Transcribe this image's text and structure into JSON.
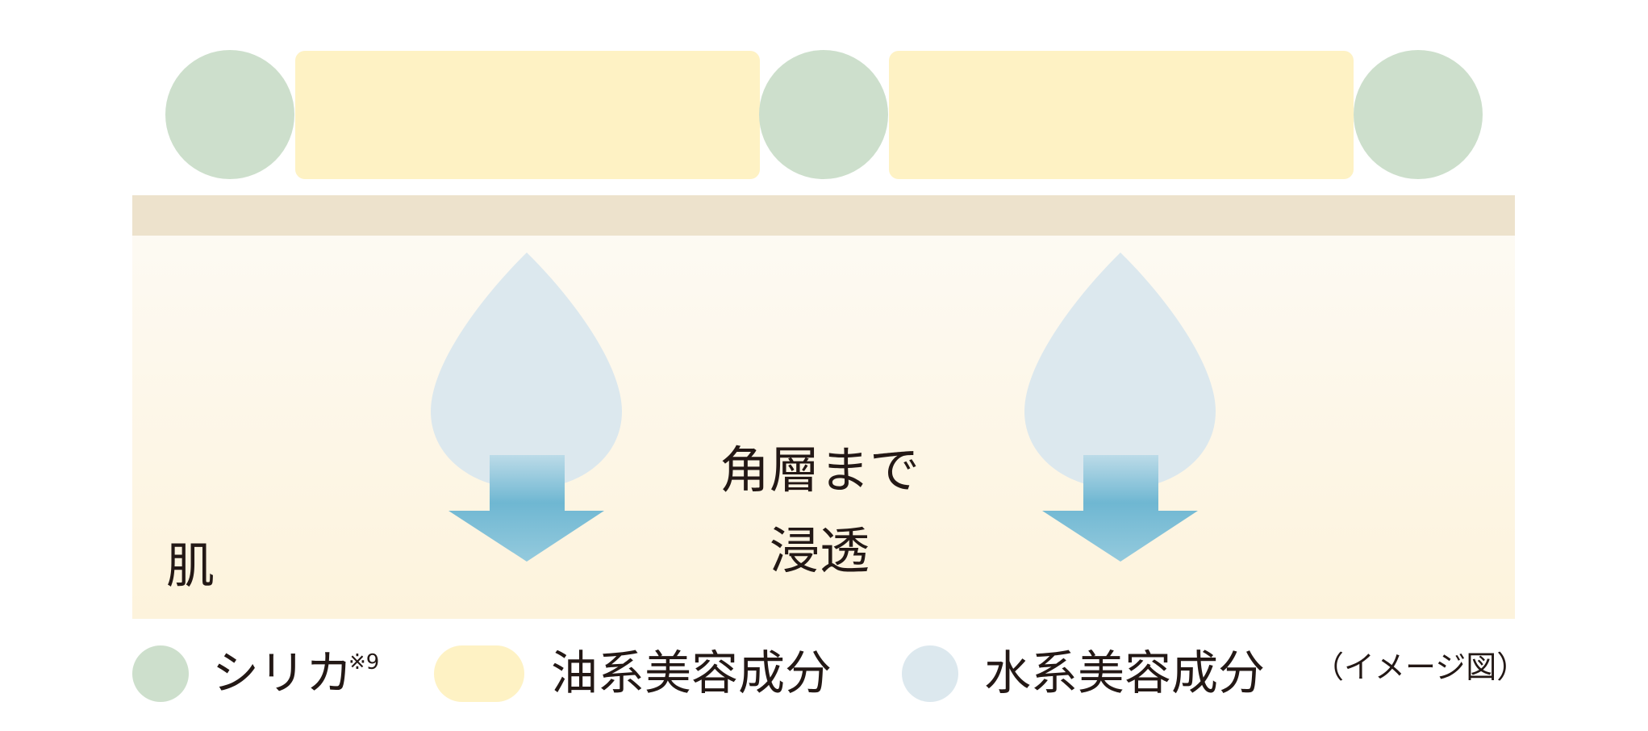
{
  "colors": {
    "silica": "#cddfcc",
    "oil": "#fef2c4",
    "water": "#dce8ee",
    "stratum_band": "#ede2cc",
    "skin_top": "#fdfaf3",
    "skin_bottom": "#fdf3dc",
    "arrow": "#6fb7d2",
    "text": "#231815"
  },
  "diagram": {
    "skin_label": "肌",
    "penetration_line1": "角層まで",
    "penetration_line2": "浸透"
  },
  "legend": {
    "silica": "シリカ",
    "silica_note": "※9",
    "oil": "油系美容成分",
    "water": "水系美容成分",
    "image_note": "（イメージ図）"
  }
}
